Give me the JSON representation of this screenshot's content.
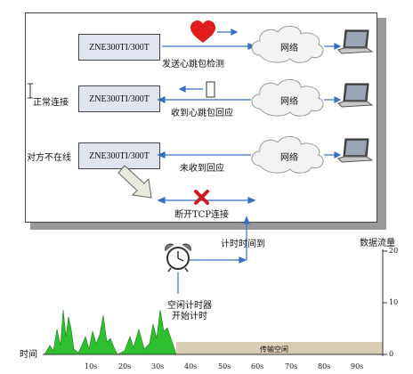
{
  "devices": [
    {
      "label": "ZNE300TI/300T"
    },
    {
      "label": "ZNE300TI/300T"
    },
    {
      "label": "ZNE300TI/300T"
    }
  ],
  "network_label": "网络",
  "messages": {
    "send_heartbeat": "发送心跳包检测",
    "recv_reply": "收到心跳包回应",
    "no_reply": "未收到回应",
    "disconnect": "断开TCP连接"
  },
  "states": {
    "normal": "正常连接",
    "offline": "对方不在线"
  },
  "timer": {
    "timeout": "计时时间到",
    "start_line1": "空闲计时器",
    "start_line2": "开始计时"
  },
  "chart_data": {
    "type": "area",
    "xlabel": "时间",
    "ylabel": "数据流量",
    "x_ticks": [
      "10s",
      "20s",
      "30s",
      "40s",
      "50s",
      "60s",
      "70s",
      "80s",
      "90s"
    ],
    "y_ticks": [
      "20",
      "10",
      "0"
    ],
    "ylim": [
      0,
      20
    ],
    "idle_label": "传输空闲",
    "colors": {
      "traffic": "#2fc02f",
      "idle": "#d9cdb5"
    }
  }
}
